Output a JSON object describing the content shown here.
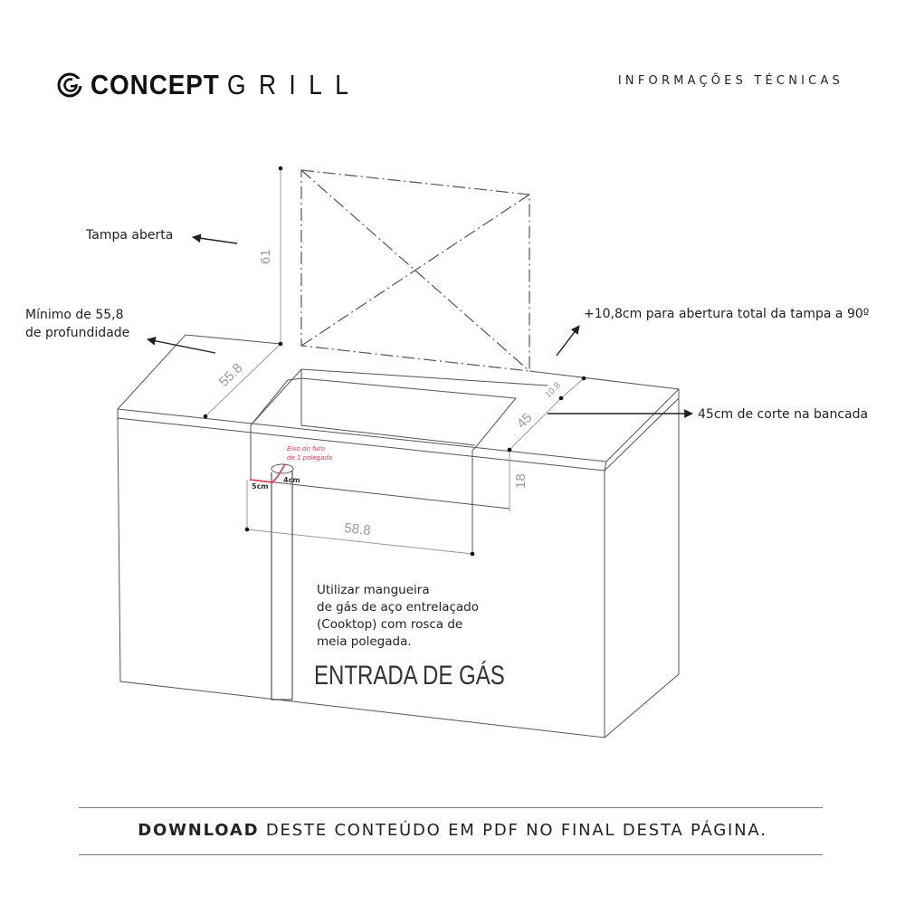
{
  "header": {
    "brand_bold": "CONCEPT",
    "brand_light": "GRILL",
    "section_title": "INFORMAÇÕES TÉCNICAS"
  },
  "diagram": {
    "labels": {
      "lid_open": "Tampa aberta",
      "min_depth_line1": "Mínimo de 55,8",
      "min_depth_line2": "de profundidade",
      "lid_clearance": "+10,8cm para abertura total da tampa a 90º",
      "cut": "45cm de corte na bancada",
      "hole_axis_line1": "Eixo do furo",
      "hole_axis_line2": "de 1 polegada",
      "offset_5": "5cm",
      "offset_4": "4cm"
    },
    "dimensions": {
      "lid_height": "61",
      "depth": "55.8",
      "width": "58.8",
      "height": "18",
      "cut": "45",
      "clearance": "10.8"
    },
    "note": {
      "line1": "Utilizar mangueira",
      "line2": "de gás de aço entrelaçado",
      "line3": "(Cooktop) com rosca de",
      "line4": "meia polegada."
    },
    "gas_inlet": "ENTRADA DE GÁS",
    "colors": {
      "accent": "#e8364a",
      "line": "#555555",
      "dim": "#9a9a9a"
    }
  },
  "footer": {
    "bold": "DOWNLOAD",
    "rest": "DESTE CONTEÚDO EM PDF NO FINAL DESTA PÁGINA."
  }
}
